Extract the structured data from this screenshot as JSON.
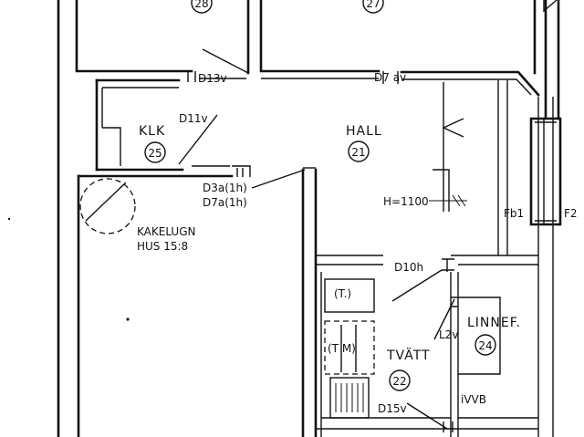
{
  "rooms": {
    "top_left_number": "28",
    "top_mid_number": "27",
    "klk": {
      "name": "KLK",
      "number": "25"
    },
    "hall": {
      "name": "HALL",
      "number": "21"
    },
    "tvatt": {
      "name": "TVÄTT",
      "number": "22"
    },
    "linnef": {
      "name": "LINNEF.",
      "number": "24"
    }
  },
  "doors": {
    "d13v": "D13v",
    "d7av": "D7 av",
    "d11v": "D11v",
    "d3a": "D3a(1h)",
    "d7a": "D7a(1h)",
    "d10h": "D10h",
    "l2v": "L2v",
    "d15v": "D15v"
  },
  "labels": {
    "kakelugn": "KAKELUGN",
    "hus": "HUS 15:8",
    "height": "H=1100",
    "fb1": "Fb1",
    "f2": "F2",
    "t_box": "(T.)",
    "tm": "(T M)",
    "ivvb": "iVVB"
  }
}
